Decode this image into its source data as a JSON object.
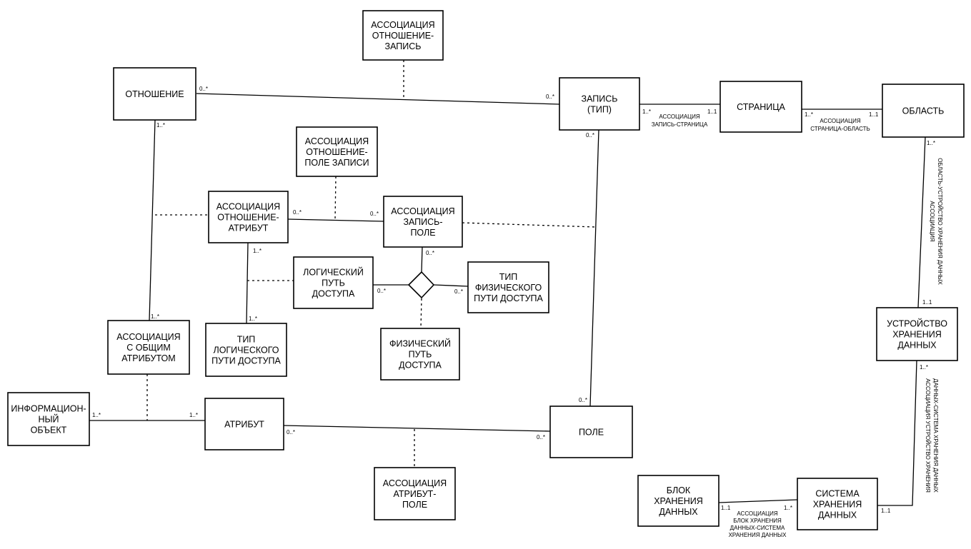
{
  "nodes": {
    "assoc_rel_rec": [
      "АССОЦИАЦИЯ",
      "ОТНОШЕНИЕ-",
      "ЗАПИСЬ"
    ],
    "relation": [
      "ОТНОШЕНИЕ"
    ],
    "record": [
      "ЗАПИСЬ",
      "(ТИП)"
    ],
    "page": [
      "СТРАНИЦА"
    ],
    "area": [
      "ОБЛАСТЬ"
    ],
    "assoc_rel_recfield": [
      "АССОЦИАЦИЯ",
      "ОТНОШЕНИЕ-",
      "ПОЛЕ ЗАПИСИ"
    ],
    "assoc_rel_attr": [
      "АССОЦИАЦИЯ",
      "ОТНОШЕНИЕ-",
      "АТРИБУТ"
    ],
    "assoc_rec_field": [
      "АССОЦИАЦИЯ",
      "ЗАПИСЬ-",
      "ПОЛЕ"
    ],
    "logical_path": [
      "ЛОГИЧЕСКИЙ",
      "ПУТЬ",
      "ДОСТУПА"
    ],
    "physical_path_type": [
      "ТИП",
      "ФИЗИЧЕСКОГО",
      "ПУТИ ДОСТУПА"
    ],
    "common_attr": [
      "АССОЦИАЦИЯ",
      "С ОБЩИМ",
      "АТРИБУТОМ"
    ],
    "logical_path_type": [
      "ТИП",
      "ЛОГИЧЕСКОГО",
      "ПУТИ ДОСТУПА"
    ],
    "physical_path": [
      "ФИЗИЧЕСКИЙ",
      "ПУТЬ",
      "ДОСТУПА"
    ],
    "storage_device": [
      "УСТРОЙСТВО",
      "ХРАНЕНИЯ",
      "ДАННЫХ"
    ],
    "info_object": [
      "ИНФОРМАЦИОН-",
      "НЫЙ",
      "ОБЪЕКТ"
    ],
    "attribute": [
      "АТРИБУТ"
    ],
    "field": [
      "ПОЛЕ"
    ],
    "assoc_attr_field": [
      "АССОЦИАЦИЯ",
      "АТРИБУТ-",
      "ПОЛЕ"
    ],
    "storage_block": [
      "БЛОК",
      "ХРАНЕНИЯ",
      "ДАННЫХ"
    ],
    "storage_system": [
      "СИСТЕМА",
      "ХРАНЕНИЯ",
      "ДАННЫХ"
    ]
  },
  "edge_labels": {
    "record_page": [
      "АССОЦИАЦИЯ",
      "ЗАПИСЬ-СТРАНИЦА"
    ],
    "page_area": [
      "АССОЦИАЦИЯ",
      "СТРАНИЦА-ОБЛАСТЬ"
    ],
    "area_device": [
      "АССОЦИАЦИЯ",
      "ОБЛАСТЬ-УСТРОЙСТВО ХРАНЕНИЯ ДАННЫХ"
    ],
    "device_system": [
      "АССОЦИАЦИЯ УСТРОЙСТВО ХРАНЕНИЯ",
      "ДАННЫХ-СИСТЕМА ХРАНЕНИЯ ДАННЫХ"
    ],
    "block_system": [
      "АССОЦИАЦИЯ",
      "БЛОК ХРАНЕНИЯ",
      "ДАННЫХ-СИСТЕМА",
      "ХРАНЕНИЯ ДАННЫХ"
    ]
  },
  "multiplicities": {
    "rel_rec_a": "0..*",
    "rel_rec_b": "0..*",
    "rel_down": "1..*",
    "rec_down": "0..*",
    "rec_page": "1..*",
    "page_rec": "1..1",
    "page_area": "1..*",
    "area_page": "1..1",
    "area_down": "1..*",
    "device_up": "1..1",
    "device_down": "1..*",
    "system_device": "1..1",
    "system_block": "1..*",
    "block_system": "1..1",
    "relattr_right": "0..*",
    "recfield_left": "0..*",
    "relattr_down": "1..*",
    "recfield_down": "0..*",
    "logical_right": "0..*",
    "physical_type_left": "0..*",
    "commonattr_top": "1..*",
    "lpt_top": "1..*",
    "info_right": "1..*",
    "attr_left": "1..*",
    "attr_right": "0..*",
    "field_left": "0..*",
    "field_top": "0..*"
  }
}
